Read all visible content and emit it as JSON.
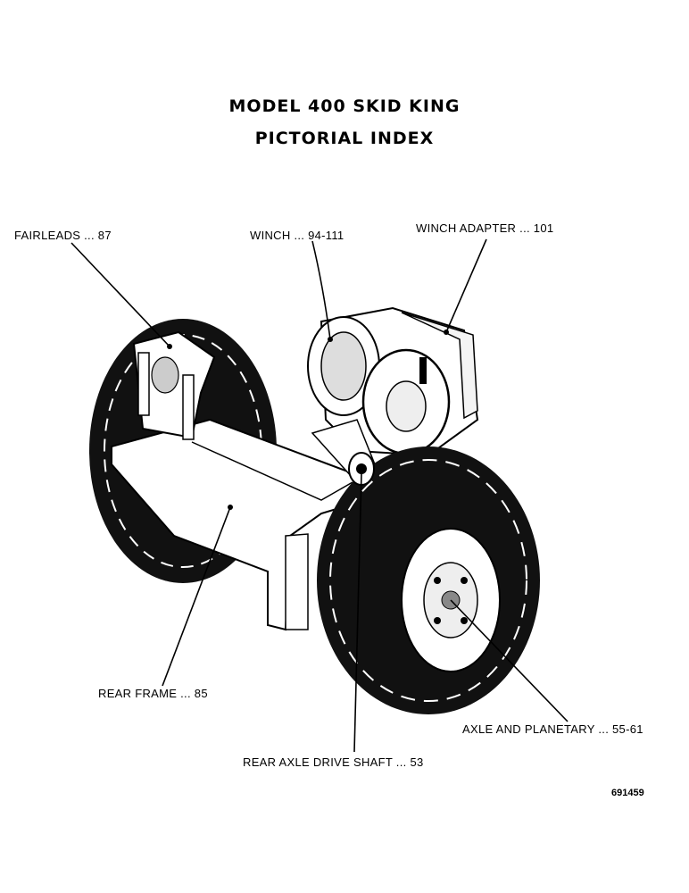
{
  "title_line1": "MODEL 400 SKID KING",
  "title_line2": "PICTORIAL INDEX",
  "labels": {
    "fairleads": "FAIRLEADS ... 87",
    "winch": "WINCH ... 94-111",
    "winch_adapter": "WINCH ADAPTER ... 101",
    "rear_frame": "REAR FRAME ... 85",
    "axle_planetary": "AXLE AND PLANETARY ... 55-61",
    "rear_axle_drive_shaft": "REAR AXLE DRIVE SHAFT ... 53"
  },
  "figure_number": "691459"
}
